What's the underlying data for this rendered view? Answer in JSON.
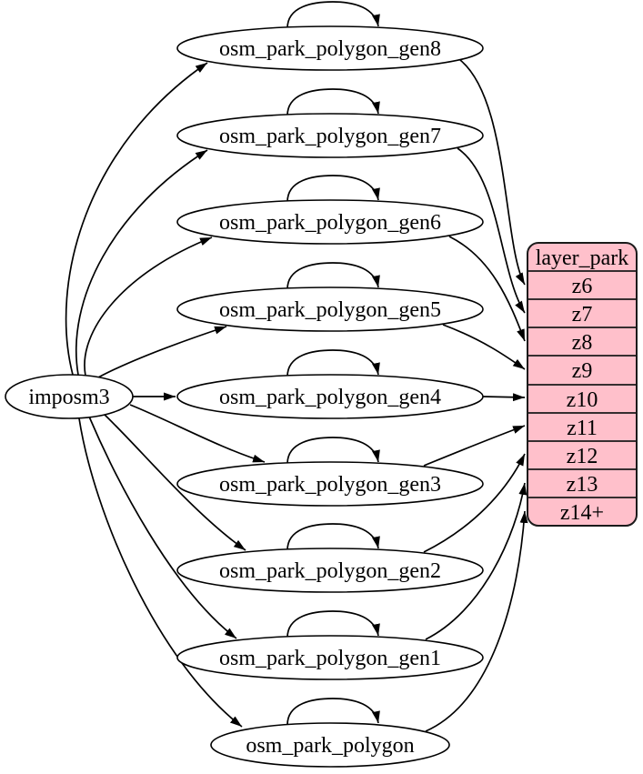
{
  "graph": {
    "source": {
      "label": "imposm3"
    },
    "tables": [
      "osm_park_polygon_gen8",
      "osm_park_polygon_gen7",
      "osm_park_polygon_gen6",
      "osm_park_polygon_gen5",
      "osm_park_polygon_gen4",
      "osm_park_polygon_gen3",
      "osm_park_polygon_gen2",
      "osm_park_polygon_gen1",
      "osm_park_polygon"
    ],
    "layer": {
      "title": "layer_park",
      "zoom_rows": [
        "z6",
        "z7",
        "z8",
        "z9",
        "z10",
        "z11",
        "z12",
        "z13",
        "z14+"
      ]
    },
    "edges": {
      "source_to_tables": [
        {
          "from": "imposm3",
          "to": "osm_park_polygon_gen8"
        },
        {
          "from": "imposm3",
          "to": "osm_park_polygon_gen7"
        },
        {
          "from": "imposm3",
          "to": "osm_park_polygon_gen6"
        },
        {
          "from": "imposm3",
          "to": "osm_park_polygon_gen5"
        },
        {
          "from": "imposm3",
          "to": "osm_park_polygon_gen4"
        },
        {
          "from": "imposm3",
          "to": "osm_park_polygon_gen3"
        },
        {
          "from": "imposm3",
          "to": "osm_park_polygon_gen2"
        },
        {
          "from": "imposm3",
          "to": "osm_park_polygon_gen1"
        },
        {
          "from": "imposm3",
          "to": "osm_park_polygon"
        }
      ],
      "self_loops": [
        "osm_park_polygon_gen8",
        "osm_park_polygon_gen7",
        "osm_park_polygon_gen6",
        "osm_park_polygon_gen5",
        "osm_park_polygon_gen4",
        "osm_park_polygon_gen3",
        "osm_park_polygon_gen2",
        "osm_park_polygon_gen1",
        "osm_park_polygon"
      ],
      "tables_to_layer": [
        {
          "from": "osm_park_polygon_gen8",
          "to": "z6"
        },
        {
          "from": "osm_park_polygon_gen7",
          "to": "z7"
        },
        {
          "from": "osm_park_polygon_gen6",
          "to": "z8"
        },
        {
          "from": "osm_park_polygon_gen5",
          "to": "z9"
        },
        {
          "from": "osm_park_polygon_gen4",
          "to": "z10"
        },
        {
          "from": "osm_park_polygon_gen3",
          "to": "z11"
        },
        {
          "from": "osm_park_polygon_gen2",
          "to": "z12"
        },
        {
          "from": "osm_park_polygon_gen1",
          "to": "z13"
        },
        {
          "from": "osm_park_polygon",
          "to": "z14+"
        }
      ]
    },
    "colors": {
      "layer_fill": "#ffc0cb",
      "node_fill": "#ffffff",
      "stroke": "#000000",
      "background": "#ffffff"
    }
  }
}
